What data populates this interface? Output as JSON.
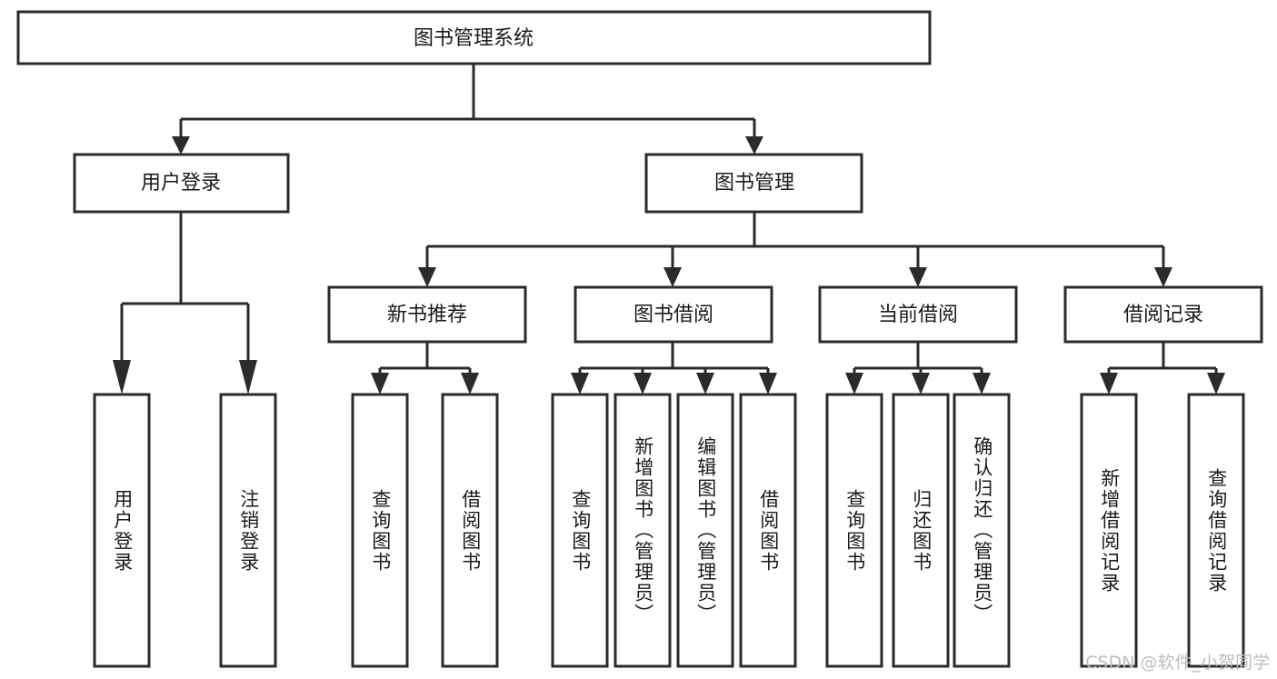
{
  "diagram": {
    "title": "图书管理系统",
    "type": "tree",
    "watermark": "CSDN @软件_小贺同学",
    "colors": {
      "background": "#ffffff",
      "box_stroke": "#2b2b2b",
      "box_fill": "#ffffff",
      "connector": "#2b2b2b",
      "text": "#1a1a1a",
      "watermark": "#bdbdbd"
    },
    "root": {
      "label": "图书管理系统",
      "children": [
        {
          "label": "用户登录",
          "children": [
            {
              "label": "用户登录"
            },
            {
              "label": "注销登录"
            }
          ]
        },
        {
          "label": "图书管理",
          "children": [
            {
              "label": "新书推荐",
              "children": [
                {
                  "label": "查询图书"
                },
                {
                  "label": "借阅图书"
                }
              ]
            },
            {
              "label": "图书借阅",
              "children": [
                {
                  "label": "查询图书"
                },
                {
                  "label": "新增图书（管理员）"
                },
                {
                  "label": "编辑图书（管理员）"
                },
                {
                  "label": "借阅图书"
                }
              ]
            },
            {
              "label": "当前借阅",
              "children": [
                {
                  "label": "查询图书"
                },
                {
                  "label": "归还图书"
                },
                {
                  "label": "确认归还（管理员）"
                }
              ]
            },
            {
              "label": "借阅记录",
              "children": [
                {
                  "label": "新增借阅记录"
                },
                {
                  "label": "查询借阅记录"
                }
              ]
            }
          ]
        }
      ]
    },
    "nodes": {
      "root_title": "图书管理系统",
      "user_login": "用户登录",
      "book_manage": "图书管理",
      "new_book_rec": "新书推荐",
      "book_borrow": "图书借阅",
      "current_borrow": "当前借阅",
      "borrow_record": "借阅记录",
      "leaf_user_login": "用户登录",
      "leaf_logout": "注销登录",
      "leaf_query_book_a": "查询图书",
      "leaf_borrow_book_a": "借阅图书",
      "leaf_query_book_b": "查询图书",
      "leaf_add_book": "新增图书（管理员）",
      "leaf_edit_book": "编辑图书（管理员）",
      "leaf_borrow_book_b": "借阅图书",
      "leaf_query_book_c": "查询图书",
      "leaf_return_book": "归还图书",
      "leaf_confirm_return": "确认归还（管理员）",
      "leaf_add_record": "新增借阅记录",
      "leaf_query_record": "查询借阅记录"
    }
  }
}
